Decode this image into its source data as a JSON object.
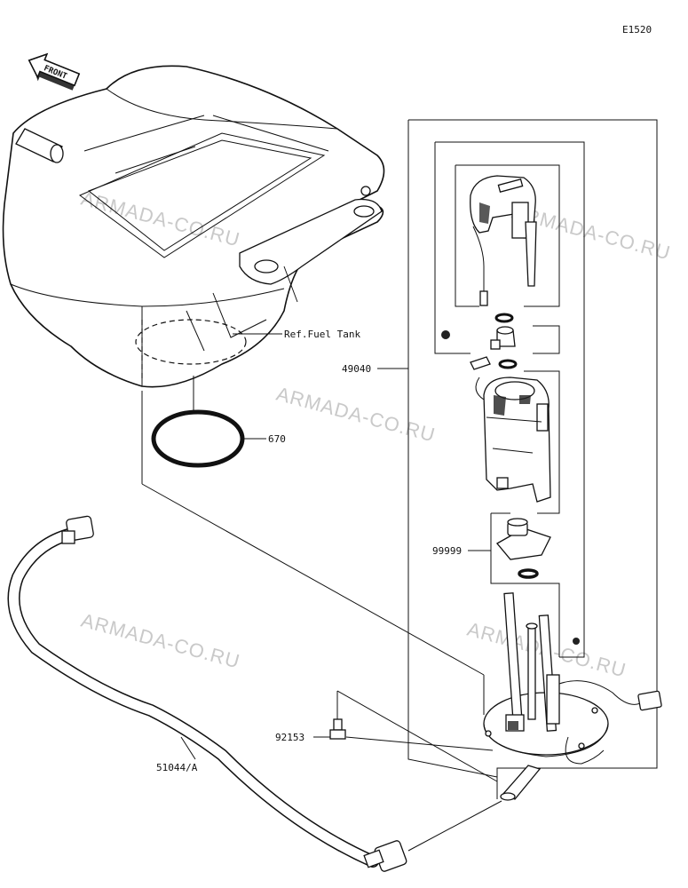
{
  "diagram": {
    "code": "E1520",
    "front_marker": "FRONT",
    "reference": "Ref.Fuel Tank",
    "parts": [
      {
        "id": "670"
      },
      {
        "id": "49040"
      },
      {
        "id": "99999"
      },
      {
        "id": "92153"
      },
      {
        "id": "51044/A"
      }
    ],
    "watermark": "ARMADA-CO.RU"
  }
}
